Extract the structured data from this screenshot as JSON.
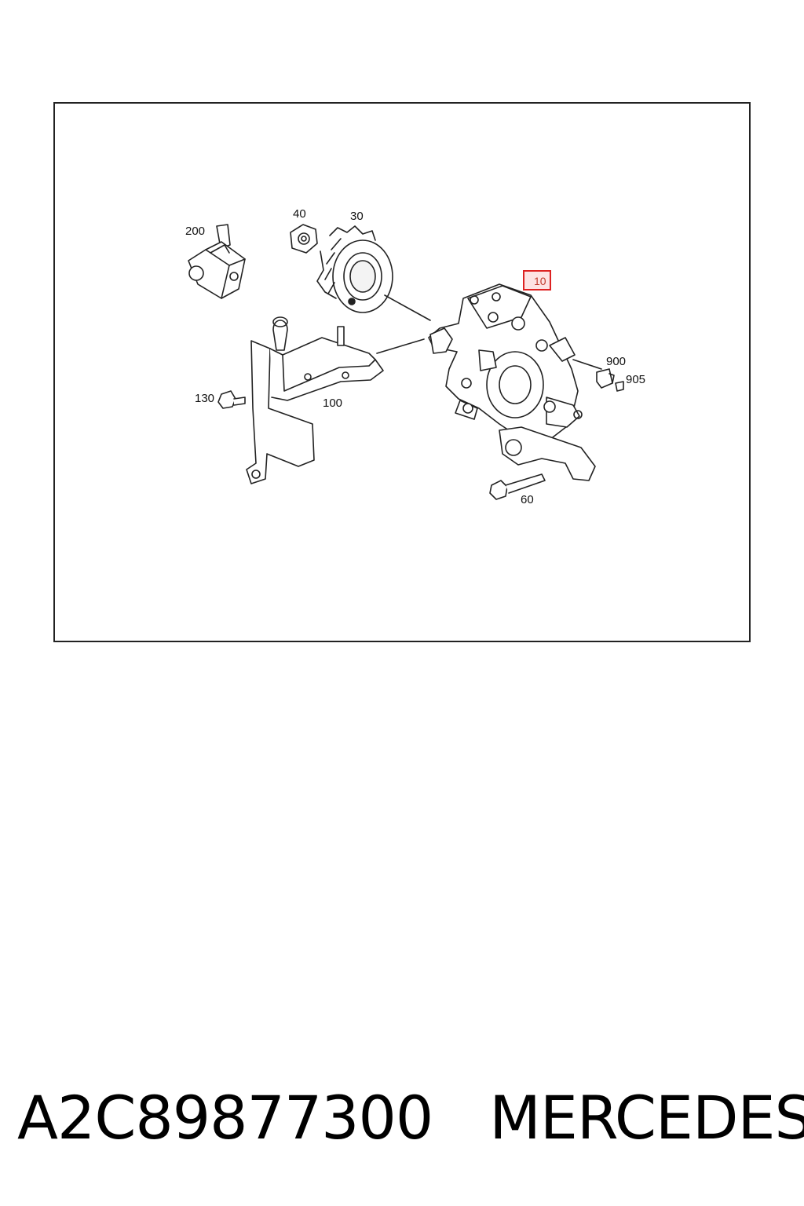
{
  "diagram": {
    "callouts": {
      "c200": "200",
      "c40": "40",
      "c30": "30",
      "c10": "10",
      "c900": "900",
      "c905": "905",
      "c130": "130",
      "c100": "100",
      "c60": "60"
    },
    "highlighted_callout": "10",
    "highlight_color": "#d22222"
  },
  "footer": {
    "part_number": "A2C89877300",
    "brand": "MERCEDES"
  }
}
